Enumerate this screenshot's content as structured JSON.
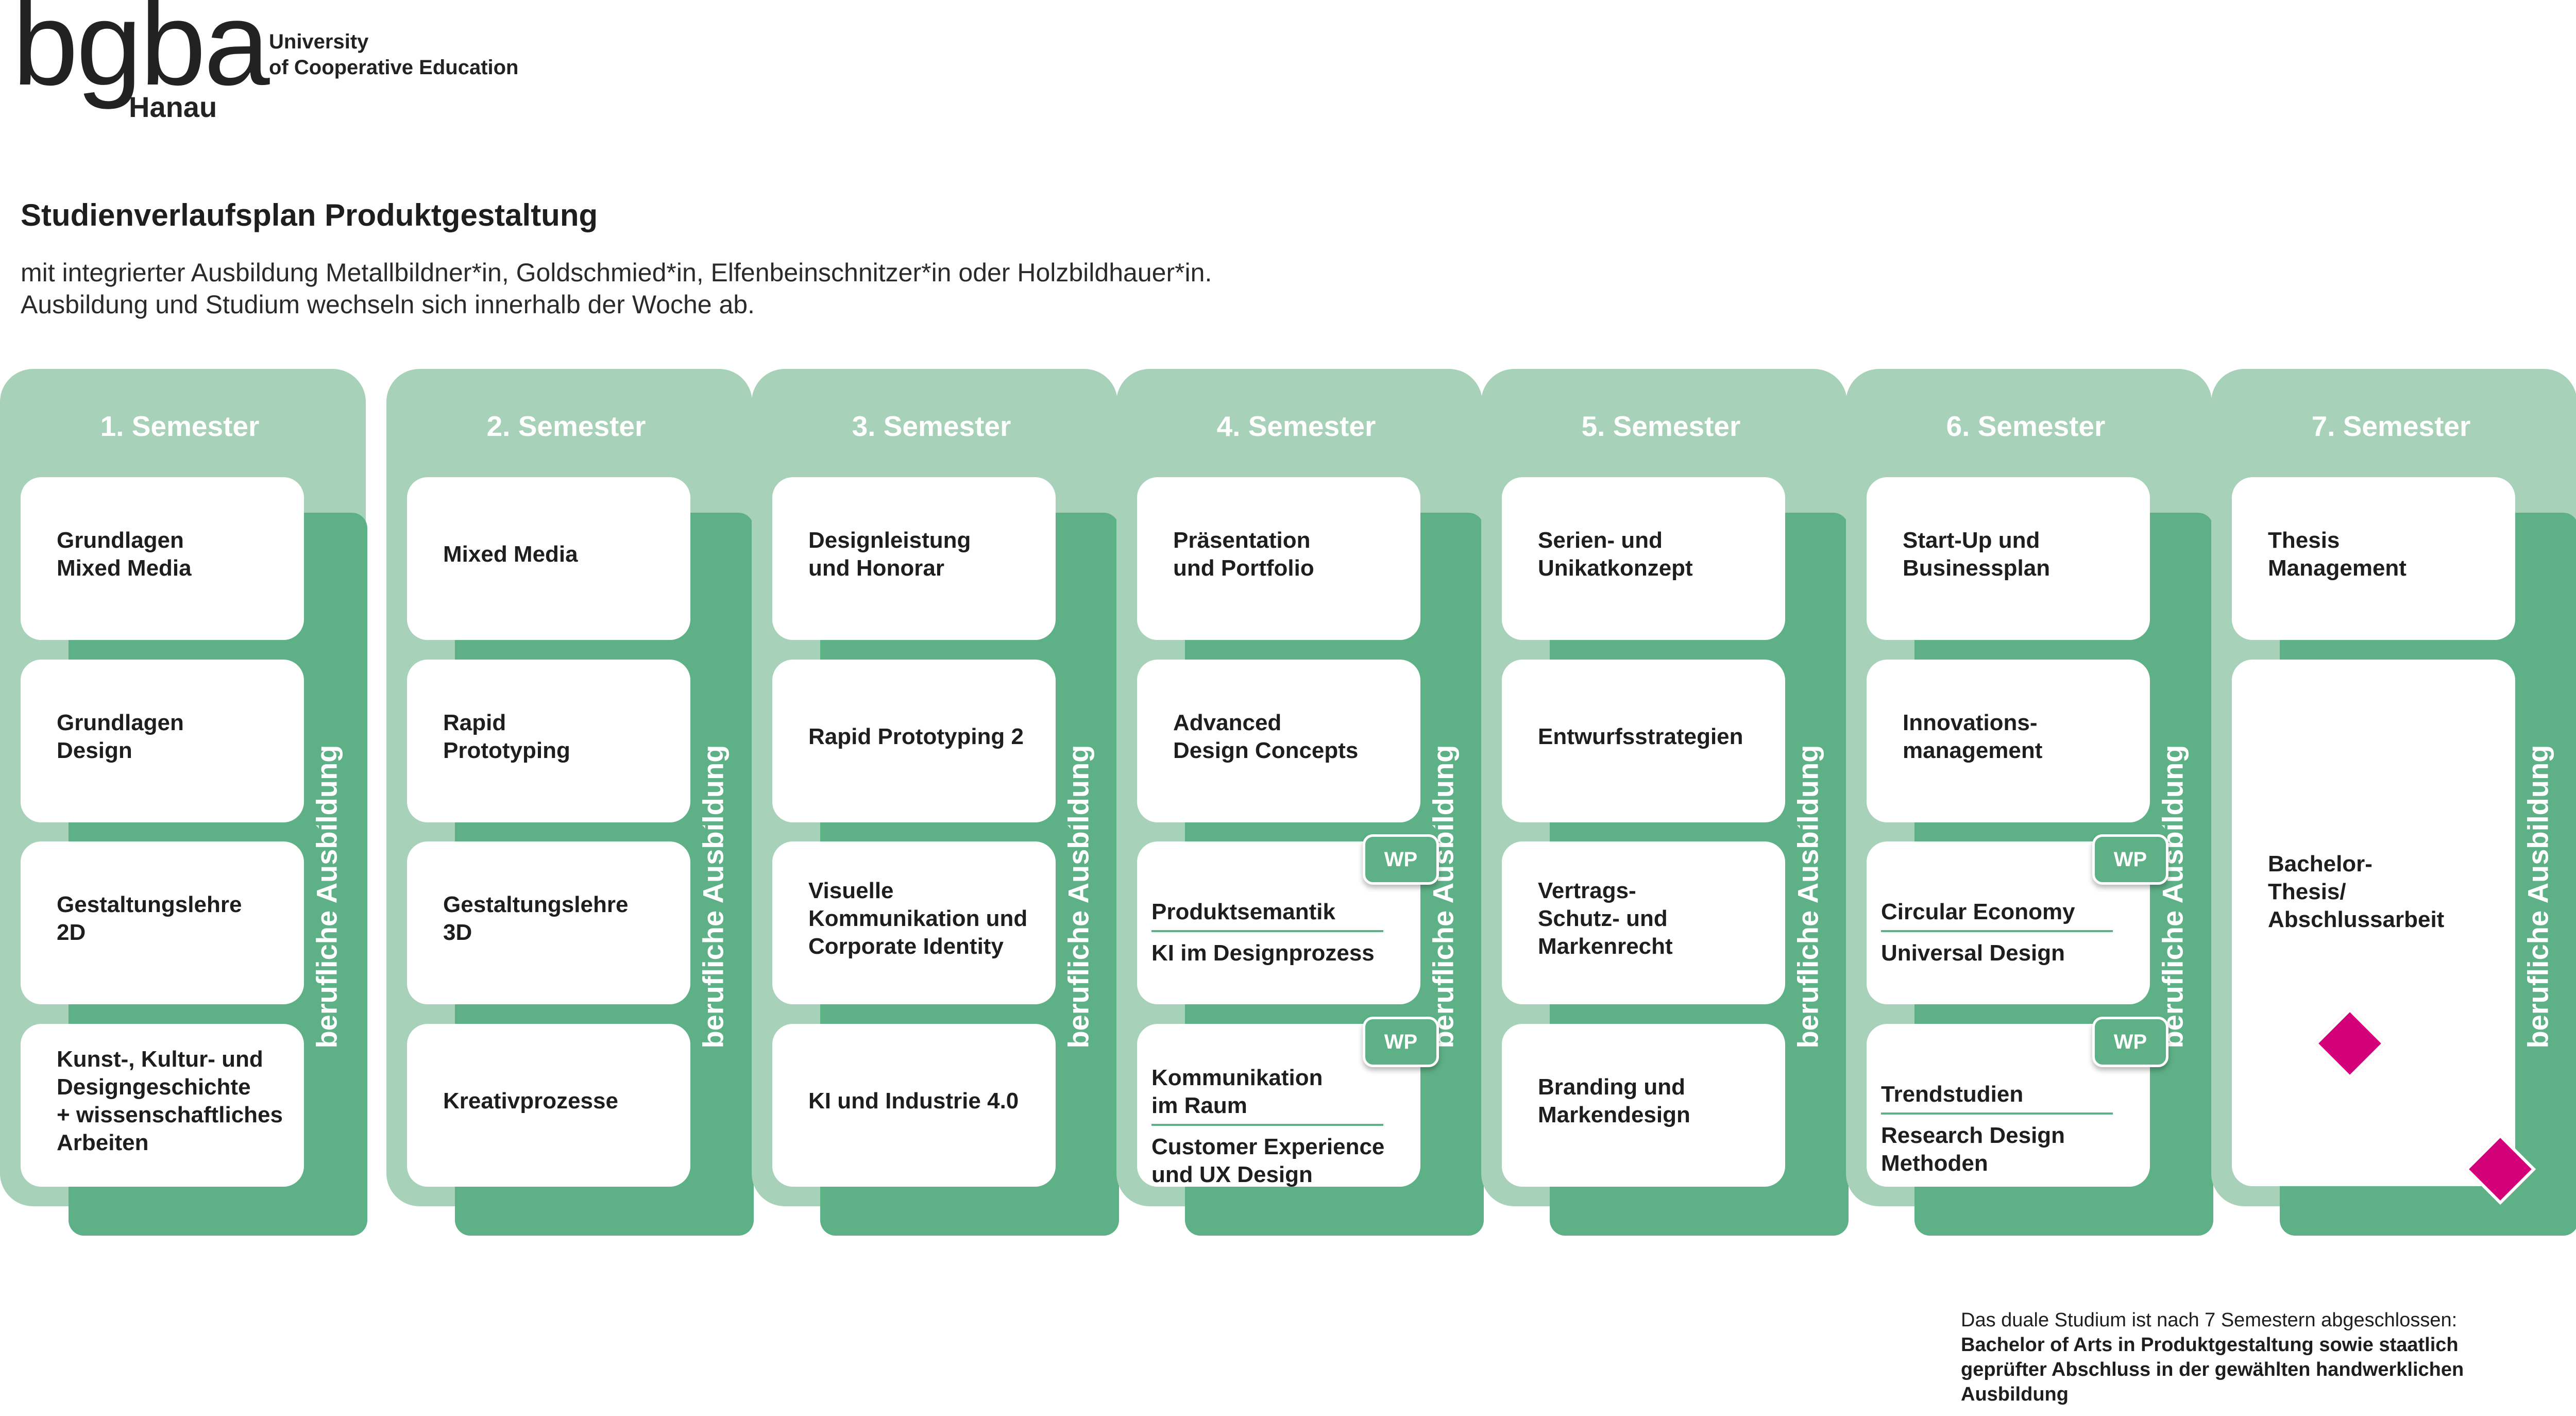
{
  "logo": {
    "wordmark": "bgba",
    "city": "Hanau",
    "tagline_1": "University",
    "tagline_2": "of Cooperative Education"
  },
  "page_title": "Studienverlaufsplan Produktgestaltung",
  "subtitle_1": "mit integrierter Ausbildung Metallbildner*in, Goldschmied*in, Elfenbeinschnitzer*in oder Holzbildhauer*in.",
  "subtitle_2": "Ausbildung und Studium wechseln sich innerhalb der Woche ab.",
  "band_label": "berufliche Ausbildung",
  "wp_label": "WP",
  "colors": {
    "light_green": "#a7d1b9",
    "dark_green": "#5eb187",
    "accent_magenta": "#d4007a"
  },
  "semesters": [
    {
      "title": "1. Semester",
      "cards": [
        {
          "lines": [
            "Grundlagen",
            "Mixed Media"
          ]
        },
        {
          "lines": [
            "Grundlagen",
            "Design"
          ]
        },
        {
          "lines": [
            "Gestaltungslehre",
            "2D"
          ]
        },
        {
          "lines": [
            "Kunst-, Kultur- und",
            "Designgeschichte",
            "+ wissenschaftliches",
            "Arbeiten"
          ]
        }
      ]
    },
    {
      "title": "2. Semester",
      "cards": [
        {
          "lines": [
            "Mixed Media"
          ]
        },
        {
          "lines": [
            "Rapid",
            "Prototyping"
          ]
        },
        {
          "lines": [
            "Gestaltungslehre",
            "3D"
          ]
        },
        {
          "lines": [
            "Kreativprozesse"
          ]
        }
      ]
    },
    {
      "title": "3. Semester",
      "cards": [
        {
          "lines": [
            "Designleistung",
            "und Honorar"
          ]
        },
        {
          "lines": [
            "Rapid Prototyping 2"
          ]
        },
        {
          "lines": [
            "Visuelle",
            "Kommunikation und",
            "Corporate Identity"
          ]
        },
        {
          "lines": [
            "KI und Industrie 4.0"
          ]
        }
      ]
    },
    {
      "title": "4. Semester",
      "cards": [
        {
          "lines": [
            "Präsentation",
            "und Portfolio"
          ]
        },
        {
          "lines": [
            "Advanced",
            "Design Concepts"
          ]
        },
        {
          "wp": true,
          "top": [
            "Produktsemantik"
          ],
          "bottom": [
            "KI im Designprozess"
          ]
        },
        {
          "wp": true,
          "top": [
            "Kommunikation",
            "im Raum"
          ],
          "bottom": [
            "Customer Experience",
            "und UX Design"
          ]
        }
      ]
    },
    {
      "title": "5. Semester",
      "cards": [
        {
          "lines": [
            "Serien- und",
            "Unikatkonzept"
          ]
        },
        {
          "lines": [
            "Entwurfsstrategien"
          ]
        },
        {
          "lines": [
            "Vertrags-",
            "Schutz- und",
            "Markenrecht"
          ]
        },
        {
          "lines": [
            "Branding und",
            "Markendesign"
          ]
        }
      ]
    },
    {
      "title": "6. Semester",
      "cards": [
        {
          "lines": [
            "Start-Up und",
            "Businessplan"
          ]
        },
        {
          "lines": [
            "Innovations-",
            "management"
          ]
        },
        {
          "wp": true,
          "top": [
            "Circular Economy"
          ],
          "bottom": [
            "Universal Design"
          ]
        },
        {
          "wp": true,
          "top": [
            "Trendstudien"
          ],
          "bottom": [
            "Research Design",
            "Methoden"
          ]
        }
      ]
    },
    {
      "title": "7. Semester",
      "cards": [
        {
          "lines": [
            "Thesis",
            "Management"
          ]
        },
        {
          "lines": [
            "Bachelor-",
            "Thesis/",
            "Abschlussarbeit"
          ]
        }
      ]
    }
  ],
  "footer": {
    "line_1": "Das duale Studium ist nach 7 Semestern abgeschlossen:",
    "line_2": "Bachelor of Arts in Produktgestaltung sowie staatlich",
    "line_3": "geprüfter Abschluss in der gewählten handwerklichen",
    "line_4": "Ausbildung"
  }
}
